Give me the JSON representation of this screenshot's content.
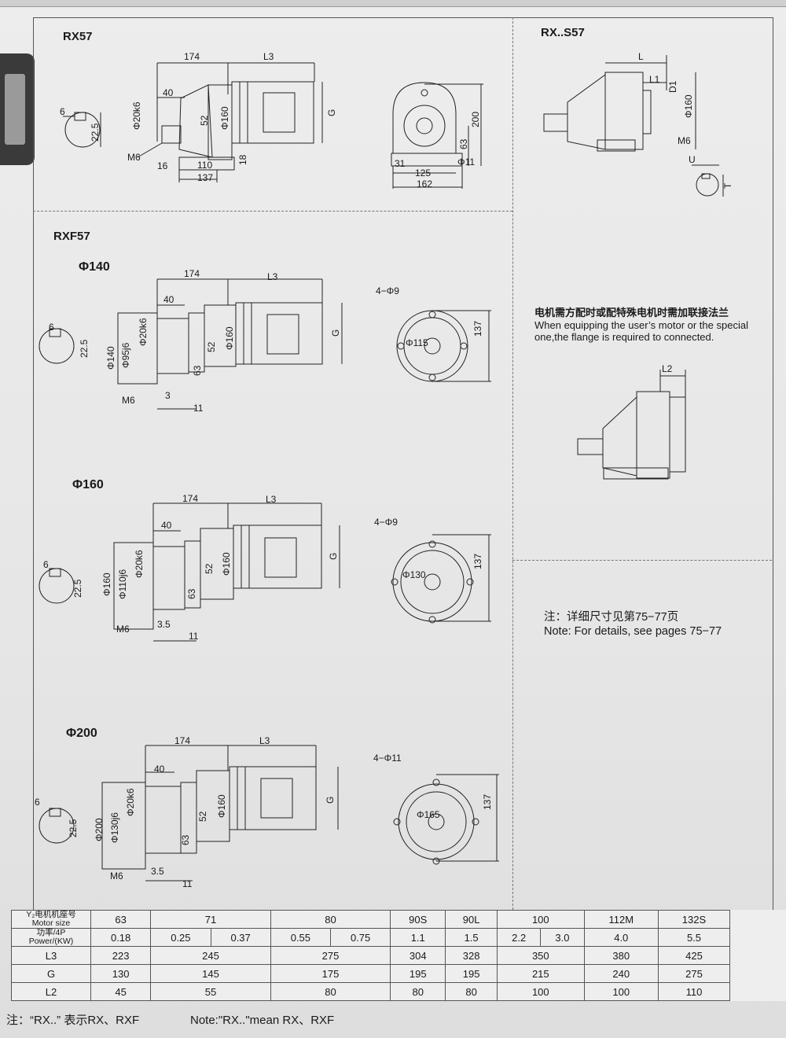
{
  "sections": {
    "rx57": "RX57",
    "rxs57": "RX..S57",
    "rxf57": "RXF57",
    "phi140": "Φ140",
    "phi160": "Φ160",
    "phi200": "Φ200"
  },
  "dims": {
    "d174": "174",
    "dL3": "L3",
    "d40": "40",
    "d20k6": "Φ20k6",
    "d6": "6",
    "d22_5": "22.5",
    "dM6": "M6",
    "d52": "52",
    "dphi160": "Φ160",
    "dG": "G",
    "d16": "16",
    "d110": "110",
    "d137": "137",
    "d18": "18",
    "d200": "200",
    "d63": "63",
    "d31": "31",
    "d125": "125",
    "d162": "162",
    "d11": "Φ11",
    "dL": "L",
    "dL1": "L1",
    "dD1": "D1",
    "dU": "U",
    "dT": "T",
    "d140": "Φ140",
    "d95j6": "Φ95j6",
    "d3": "3",
    "d11b": "11",
    "d4phi9": "4−Φ9",
    "d115": "Φ115",
    "d160": "Φ160",
    "d110j6": "Φ110j6",
    "d3_5": "3.5",
    "d130": "Φ130",
    "d200b": "Φ200",
    "d130j6": "Φ130j6",
    "d4phi11": "4−Φ11",
    "d165": "Φ165",
    "dL2": "L2"
  },
  "flange_note": {
    "cn": "电机需方配时或配特殊电机时需加联接法兰",
    "en1": "When equipping the user’s motor or the special",
    "en2": "one,the flange is required to connected."
  },
  "details_note": {
    "cn": "注：详细尺寸见第75−77页",
    "en": "Note: For details, see pages 75−77"
  },
  "table": {
    "motor_h1": "Y₂电机机座号",
    "motor_h2": "Motor size",
    "power_h1": "功率/4P",
    "power_h2": "Power/(KW)",
    "sizes": [
      "63",
      "71",
      "80",
      "90S",
      "90L",
      "100",
      "112M",
      "132S"
    ],
    "powers": [
      "0.18",
      "0.25",
      "0.37",
      "0.55",
      "0.75",
      "1.1",
      "1.5",
      "2.2",
      "3.0",
      "4.0",
      "5.5"
    ],
    "rows": [
      {
        "label": "L3",
        "values": [
          "223",
          "245",
          "275",
          "304",
          "328",
          "350",
          "380",
          "425"
        ]
      },
      {
        "label": "G",
        "values": [
          "130",
          "145",
          "175",
          "195",
          "195",
          "215",
          "240",
          "275"
        ]
      },
      {
        "label": "L2",
        "values": [
          "45",
          "55",
          "80",
          "80",
          "80",
          "100",
          "100",
          "110"
        ]
      }
    ]
  },
  "footer": {
    "cn": "注：“RX..” 表示RX、RXF",
    "en": "Note:\"RX..\"mean RX、RXF"
  }
}
